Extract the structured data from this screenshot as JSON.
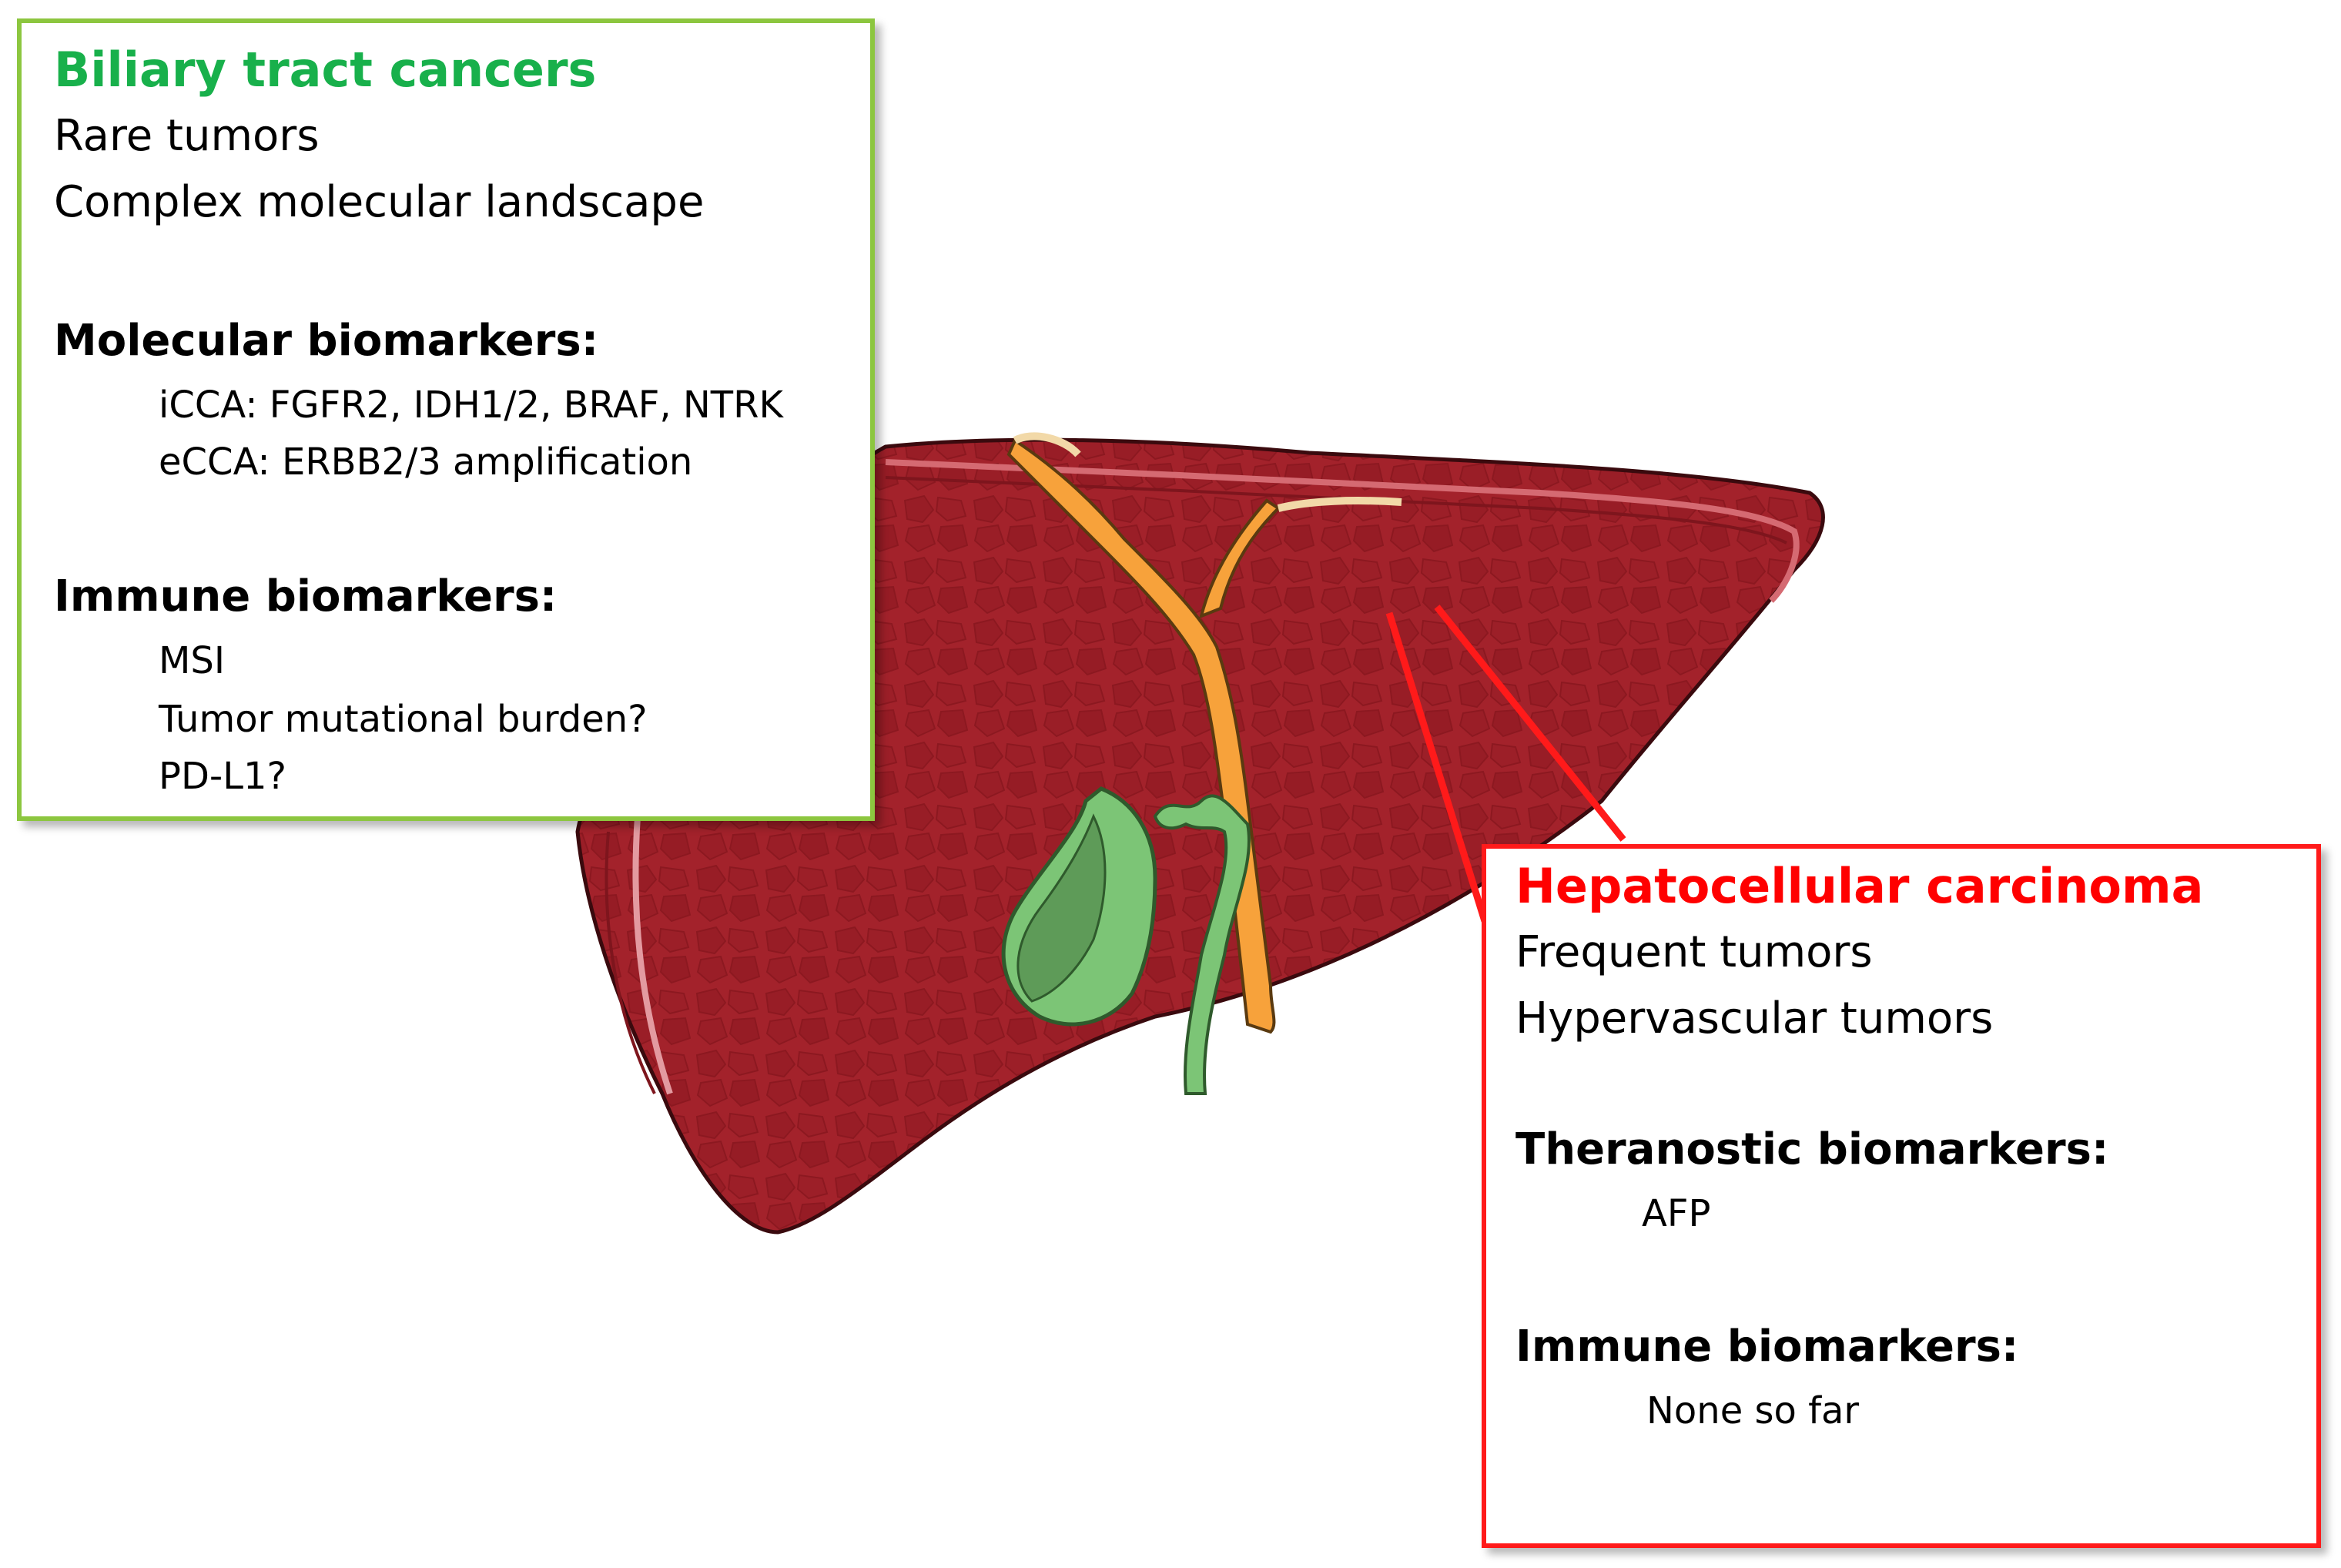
{
  "biliary": {
    "title": "Biliary tract cancers",
    "lines": [
      "Rare tumors",
      "Complex molecular landscape"
    ],
    "molecular": {
      "heading": "Molecular biomarkers:",
      "items": [
        "iCCA: FGFR2, IDH1/2, BRAF, NTRK",
        "eCCA: ERBB2/3 amplification"
      ]
    },
    "immune": {
      "heading": "Immune biomarkers:",
      "items": [
        "MSI",
        "Tumor mutational burden?",
        "PD-L1?"
      ]
    },
    "color": "#18b04b",
    "border_color": "#8cc63f"
  },
  "hcc": {
    "title": "Hepatocellular carcinoma",
    "lines": [
      "Frequent tumors",
      "Hypervascular tumors"
    ],
    "theranostic": {
      "heading": "Theranostic biomarkers:",
      "items": [
        "AFP"
      ]
    },
    "immune": {
      "heading": "Immune biomarkers:",
      "items": [
        "None so far"
      ]
    },
    "color": "#ff0000"
  },
  "colors": {
    "liver": "#a3222b",
    "liver_outline": "#3a0a0e",
    "gallbladder": "#7cc576",
    "bile_duct": "#f7a23b"
  },
  "icons": {
    "liver": "liver-illustration",
    "gallbladder": "gallbladder-illustration",
    "bile_duct": "bile-duct-illustration"
  }
}
